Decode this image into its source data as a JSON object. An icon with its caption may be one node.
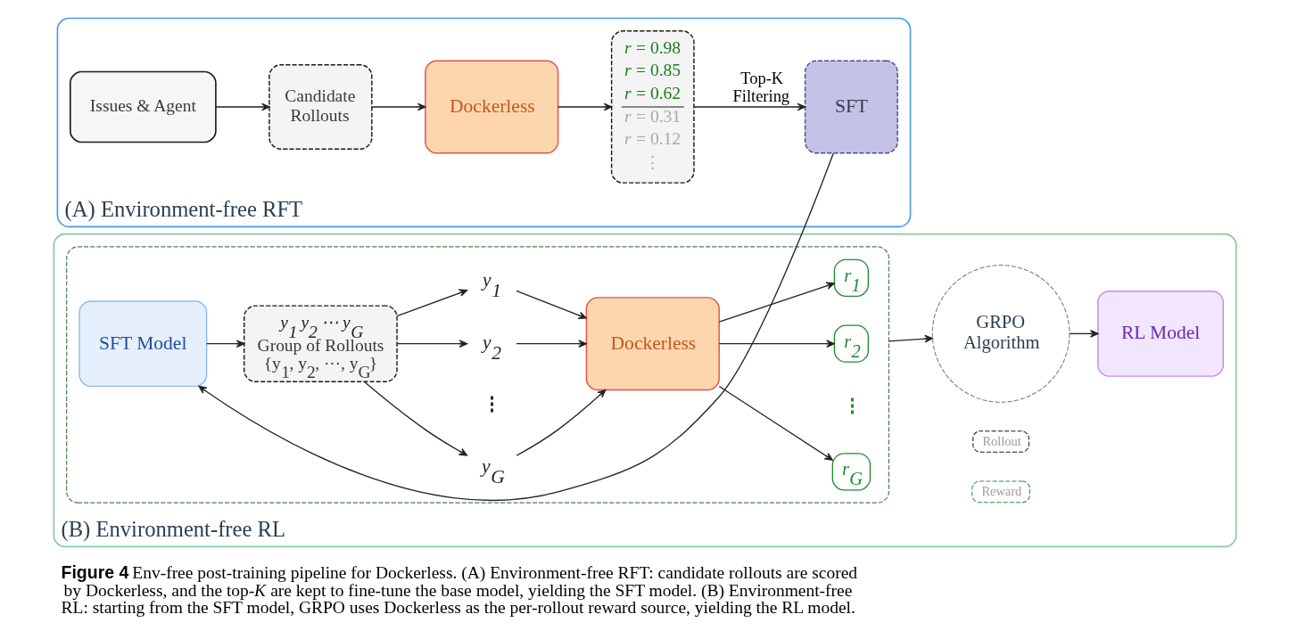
{
  "diagram": {
    "caption": "**Figure 4** Env-free post-training pipeline for Dockerless. (A) Environment-free RFT: candidate rollouts are scored by Dockerless, and the top-*K* are kept to fine-tune the base model, yielding the SFT model. (B) Environment-free RL: starting from the SFT model, GRPO uses Dockerless as the per-rollout reward source, yielding the RL model.",
    "nodes": [
      {
        "text": [
          "(A) Environment-free RFT"
        ]
      },
      {
        "text": [
          "Issues & Agent"
        ],
        "in": 0
      },
      {
        "text": [
          "Candidate Rollouts"
        ],
        "in": 0
      },
      {
        "text": [
          "Dockerless"
        ],
        "in": 0
      },
      {
        "text": [
          "*r* = 0.98",
          "*r* = 0.85",
          "*r* = 0.62",
          "*r* = 0.31",
          "*r* = 0.12",
          "⋮"
        ],
        "in": 0
      },
      {
        "text": [
          "SFT"
        ],
        "in": 0
      },
      {
        "text": [
          "(B) Environment-free RL"
        ]
      },
      {
        "text": [],
        "shape": "box",
        "in": 6
      },
      {
        "text": [
          "SFT Model"
        ],
        "in": 7
      },
      {
        "text": [
          "y$_{1}$ y$_{2}$ ⋯ y$_{G}$",
          "Group of Rollouts {y$_{1}$, y$_{2}$, ⋯, y$_{G}$}"
        ],
        "in": 7
      },
      {
        "text": [
          "y$_{1}$"
        ],
        "in": 7
      },
      {
        "text": [
          "y$_{2}$"
        ],
        "in": 7
      },
      {
        "text": [
          "y$_{G}$"
        ],
        "in": 7
      },
      {
        "text": [
          "Dockerless"
        ],
        "in": 7
      },
      {
        "text": [
          "r$_{1}$"
        ],
        "in": 7
      },
      {
        "text": [
          "r$_{2}$"
        ],
        "in": 7
      },
      {
        "text": [
          "r$_{G}$"
        ],
        "in": 7
      },
      {
        "text": [
          "GRPO Algorithm"
        ],
        "in": 6
      },
      {
        "text": [
          "Rollout"
        ],
        "in": 6
      },
      {
        "text": [
          "Reward"
        ],
        "in": 6
      },
      {
        "text": [
          "RL Model"
        ],
        "in": 6
      }
    ],
    "edges": [
      {
        "from": 1,
        "to": 2,
        "arrow": "to"
      },
      {
        "from": 2,
        "to": 3,
        "arrow": "to"
      },
      {
        "from": 3,
        "to": 4,
        "arrow": "to"
      },
      {
        "from": 4,
        "to": 5,
        "arrow": "to",
        "label": "Top-K Filtering"
      },
      {
        "from": 5,
        "to": 8,
        "arrow": "to"
      },
      {
        "from": 8,
        "to": 9,
        "arrow": "to"
      },
      {
        "from": 9,
        "to": 10,
        "arrow": "to"
      },
      {
        "from": 9,
        "to": 11,
        "arrow": "to"
      },
      {
        "from": 9,
        "to": 12,
        "arrow": "to"
      },
      {
        "from": 10,
        "to": 13,
        "arrow": "to"
      },
      {
        "from": 11,
        "to": 13,
        "arrow": "to"
      },
      {
        "from": 12,
        "to": 13,
        "arrow": "to"
      },
      {
        "from": 13,
        "to": 14,
        "arrow": "to"
      },
      {
        "from": 13,
        "to": 15,
        "arrow": "to"
      },
      {
        "from": 13,
        "to": 16,
        "arrow": "to"
      },
      {
        "from": 7,
        "to": 17,
        "arrow": "to"
      },
      {
        "from": 17,
        "to": 20,
        "arrow": "to"
      }
    ],
    "labels": [
      "⋮",
      "⋮"
    ]
  }
}
